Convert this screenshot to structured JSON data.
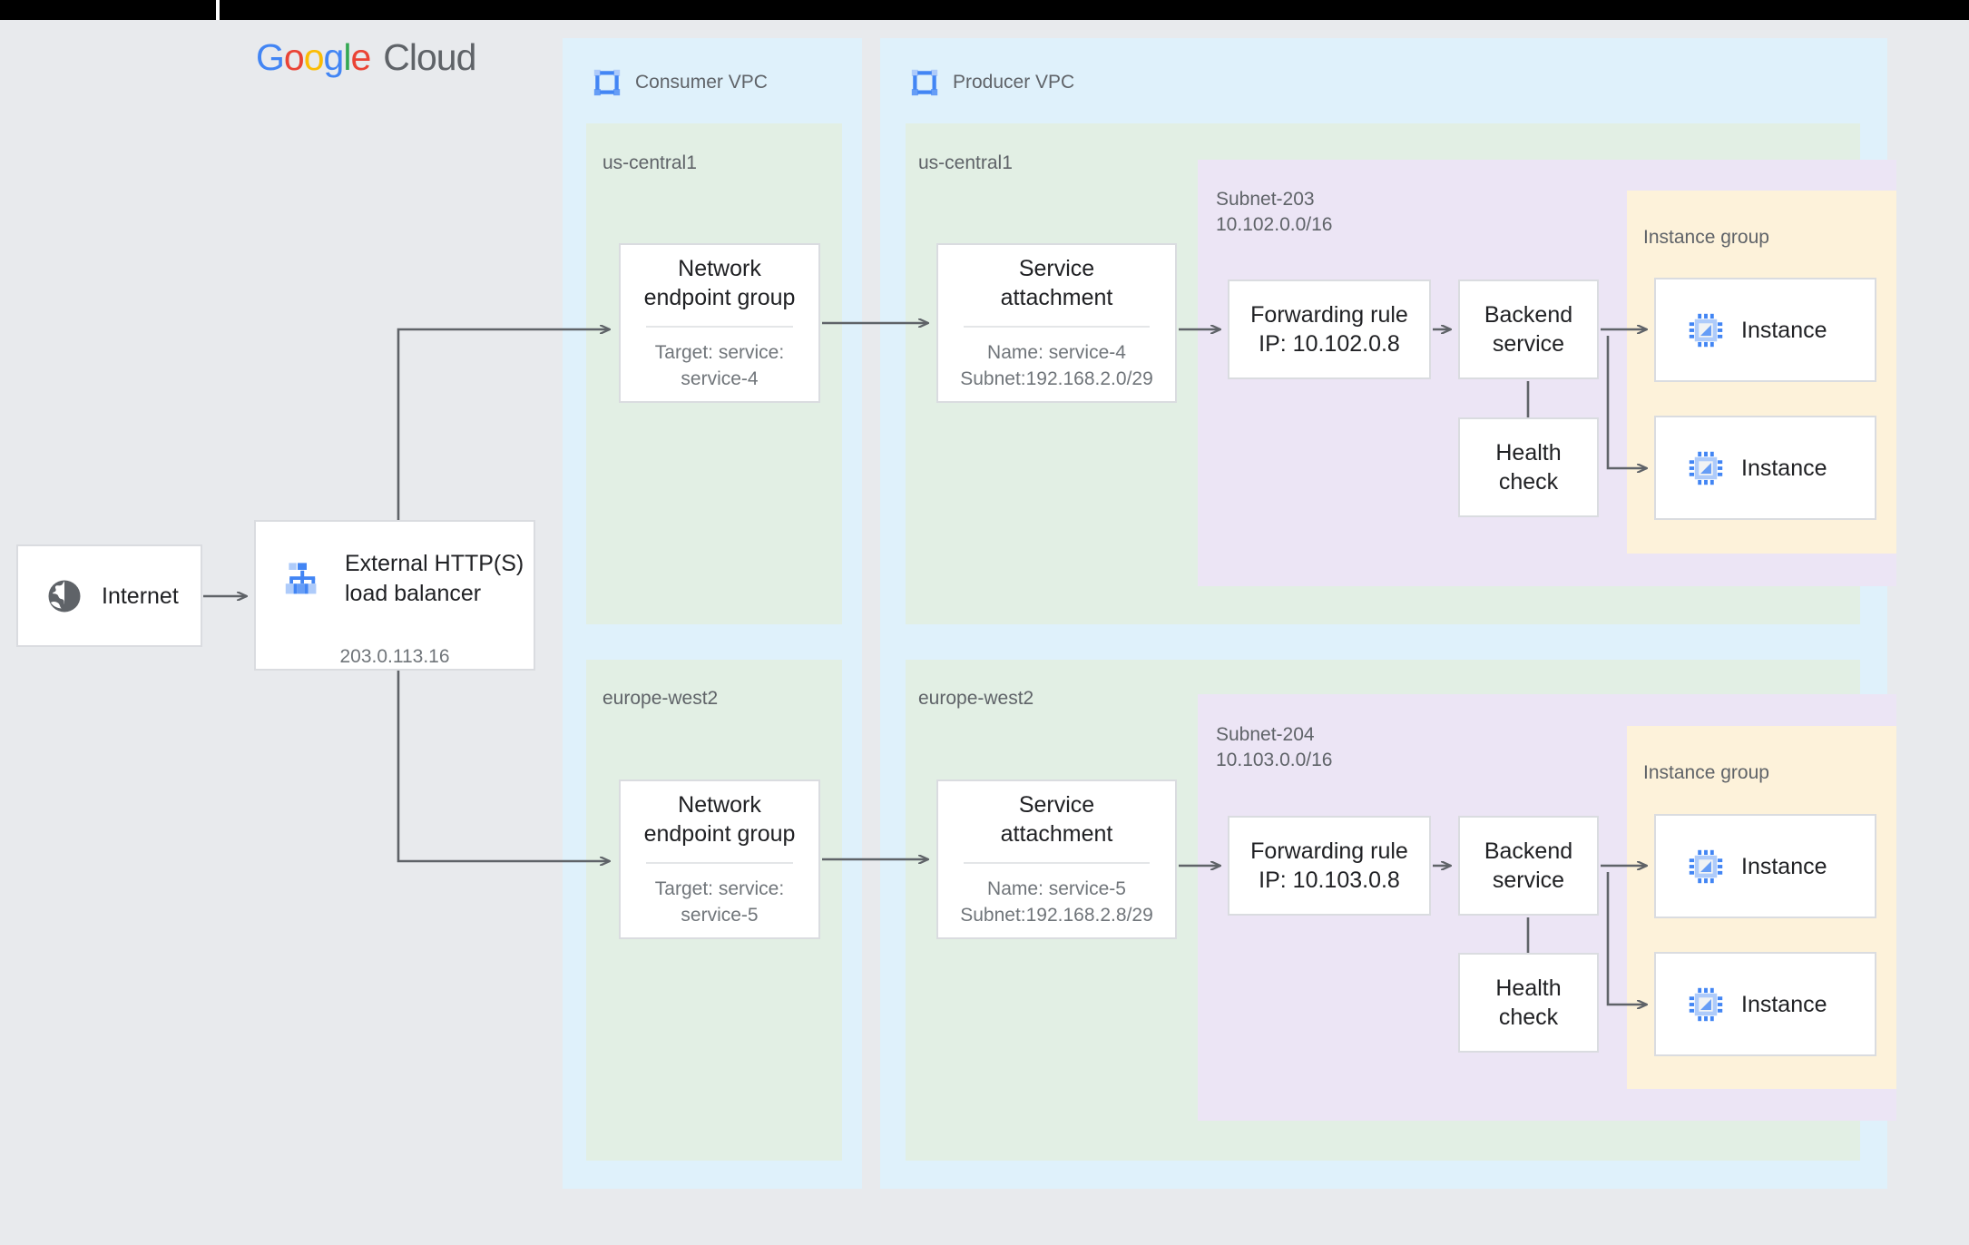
{
  "logo": {
    "g1": "G",
    "o1": "o",
    "o2": "o",
    "g2": "g",
    "l": "l",
    "e": "e",
    "cloud": "Cloud"
  },
  "internet": {
    "label": "Internet",
    "icon": "globe-icon"
  },
  "load_balancer": {
    "title": "External HTTP(S)\nload balancer",
    "ip": "203.0.113.16",
    "icon": "load-balancer-icon"
  },
  "consumer_vpc": {
    "label": "Consumer VPC",
    "icon": "vpc-icon",
    "regions": [
      {
        "name": "us-central1",
        "neg": {
          "title": "Network\nendpoint group",
          "sub": "Target: service:\nservice-4"
        }
      },
      {
        "name": "europe-west2",
        "neg": {
          "title": "Network\nendpoint group",
          "sub": "Target: service:\nservice-5"
        }
      }
    ]
  },
  "producer_vpc": {
    "label": "Producer VPC",
    "icon": "vpc-icon",
    "regions": [
      {
        "name": "us-central1",
        "service_attachment": {
          "title": "Service\nattachment",
          "sub": "Name: service-4\nSubnet:192.168.2.0/29"
        },
        "subnet": {
          "name": "Subnet-203",
          "cidr": "10.102.0.0/16"
        },
        "forwarding_rule": {
          "title": "Forwarding rule\nIP: 10.102.0.8"
        },
        "backend_service": {
          "title": "Backend\nservice"
        },
        "health_check": {
          "title": "Health\ncheck"
        },
        "instance_group": {
          "label": "Instance group",
          "instances": [
            {
              "label": "Instance",
              "icon": "instance-icon"
            },
            {
              "label": "Instance",
              "icon": "instance-icon"
            }
          ]
        }
      },
      {
        "name": "europe-west2",
        "service_attachment": {
          "title": "Service\nattachment",
          "sub": "Name: service-5\nSubnet:192.168.2.8/29"
        },
        "subnet": {
          "name": "Subnet-204",
          "cidr": "10.103.0.0/16"
        },
        "forwarding_rule": {
          "title": "Forwarding rule\nIP: 10.103.0.8"
        },
        "backend_service": {
          "title": "Backend\nservice"
        },
        "health_check": {
          "title": "Health\ncheck"
        },
        "instance_group": {
          "label": "Instance group",
          "instances": [
            {
              "label": "Instance",
              "icon": "instance-icon"
            },
            {
              "label": "Instance",
              "icon": "instance-icon"
            }
          ]
        }
      }
    ]
  },
  "colors": {
    "background": "#e8eaed",
    "vpc": "#dff1fb",
    "region": "#e2efe4",
    "subnet": "#ece5f5",
    "instance_group": "#fdf2da",
    "node_border": "#dadce0",
    "connector": "#5f6368",
    "text": "#202124",
    "muted": "#5f6368",
    "accent_blue": "#4285F4"
  }
}
